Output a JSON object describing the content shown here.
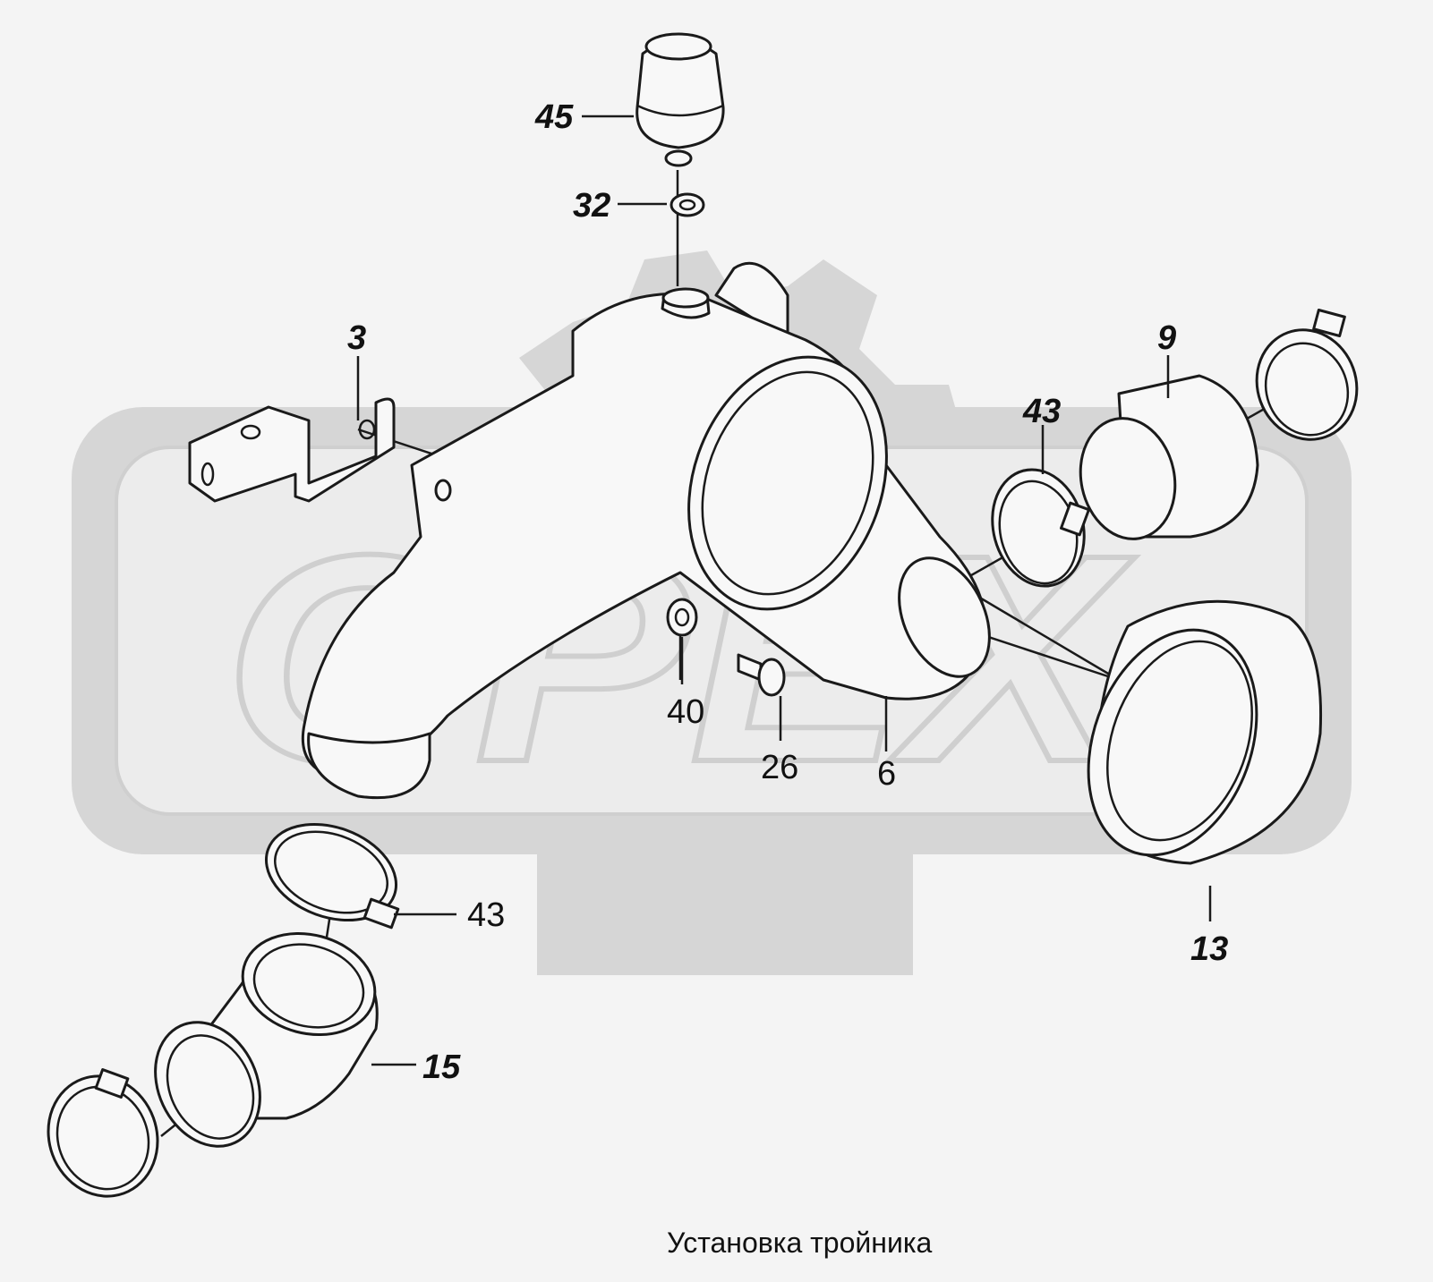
{
  "title": "Установка тройника",
  "watermark": "ОРЕХ",
  "callouts": {
    "c45": "45",
    "c32": "32",
    "c3": "3",
    "c9": "9",
    "c43_top": "43",
    "c40": "40",
    "c26": "26",
    "c6": "6",
    "c13": "13",
    "c43_bottom": "43",
    "c15": "15"
  },
  "parts": [
    {
      "number": "45",
      "name": "cap-icon"
    },
    {
      "number": "32",
      "name": "washer-icon"
    },
    {
      "number": "3",
      "name": "bracket-icon"
    },
    {
      "number": "9",
      "name": "sleeve-icon"
    },
    {
      "number": "43",
      "name": "hose-clamp-icon"
    },
    {
      "number": "40",
      "name": "washer-icon"
    },
    {
      "number": "26",
      "name": "bolt-icon"
    },
    {
      "number": "6",
      "name": "tee-pipe-icon"
    },
    {
      "number": "13",
      "name": "plug-cap-icon"
    },
    {
      "number": "15",
      "name": "elbow-hose-icon"
    }
  ]
}
